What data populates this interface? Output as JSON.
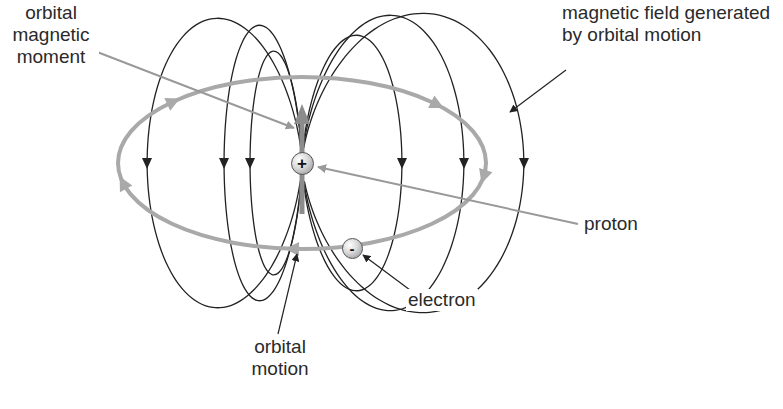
{
  "diagram": {
    "nodes": [
      {
        "text": [
          "+"
        ]
      },
      {
        "text": [
          "-"
        ]
      }
    ],
    "labels": [
      "orbital magnetic moment",
      "magnetic field generated by orbital motion",
      "proton",
      "electron",
      "orbital motion"
    ]
  }
}
